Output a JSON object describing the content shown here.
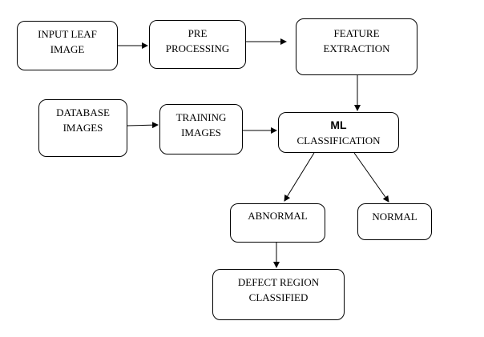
{
  "diagram": {
    "nodes": {
      "input_leaf_image": {
        "lines": [
          "INPUT LEAF",
          "IMAGE"
        ]
      },
      "pre_processing": {
        "lines": [
          "PRE",
          "PROCESSING"
        ]
      },
      "feature_extraction": {
        "lines": [
          "FEATURE",
          "EXTRACTION"
        ]
      },
      "database_images": {
        "lines": [
          "DATABASE",
          "IMAGES"
        ]
      },
      "training_images": {
        "lines": [
          "TRAINING",
          "IMAGES"
        ]
      },
      "ml_classification": {
        "title": "ML",
        "subtitle": "CLASSIFICATION"
      },
      "abnormal": {
        "lines": [
          "ABNORMAL"
        ]
      },
      "normal": {
        "lines": [
          "NORMAL"
        ]
      },
      "defect_region_classified": {
        "lines": [
          "DEFECT REGION",
          "CLASSIFIED"
        ]
      }
    },
    "edges": [
      {
        "from": "input_leaf_image",
        "to": "pre_processing"
      },
      {
        "from": "pre_processing",
        "to": "feature_extraction"
      },
      {
        "from": "feature_extraction",
        "to": "ml_classification"
      },
      {
        "from": "database_images",
        "to": "training_images"
      },
      {
        "from": "training_images",
        "to": "ml_classification"
      },
      {
        "from": "ml_classification",
        "to": "abnormal"
      },
      {
        "from": "ml_classification",
        "to": "normal"
      },
      {
        "from": "abnormal",
        "to": "defect_region_classified"
      }
    ],
    "colors": {
      "stroke": "#000000",
      "fill": "#ffffff",
      "text": "#000000"
    }
  }
}
